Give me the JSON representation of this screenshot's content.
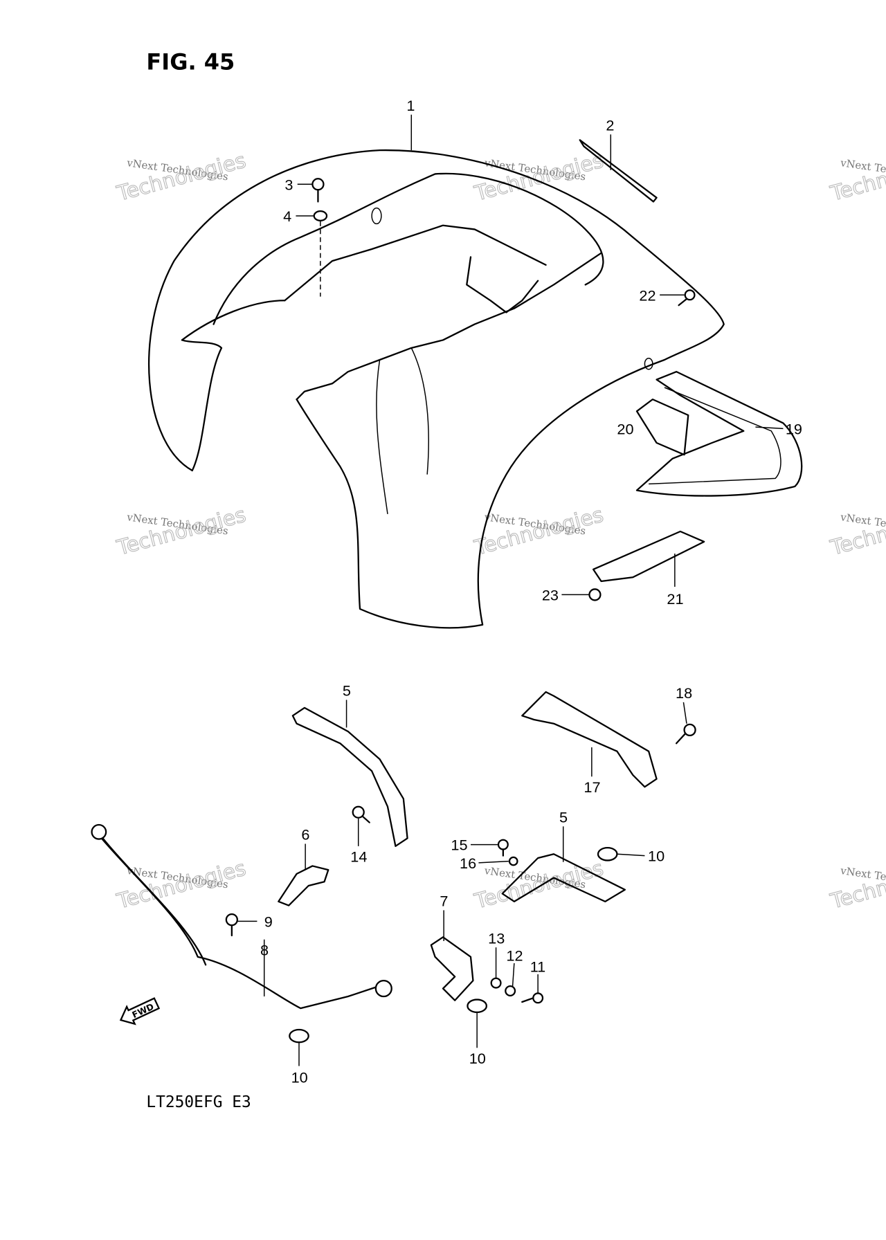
{
  "figure_title": "FIG. 45",
  "model_code": "LT250EFG  E3",
  "fwd_label": "FWD",
  "watermark": {
    "line1": "vNext Technologies",
    "line2": "Technologies",
    "overlay": "vNext"
  },
  "callouts": [
    "1",
    "2",
    "3",
    "4",
    "22",
    "19",
    "20",
    "23",
    "21",
    "5",
    "18",
    "17",
    "6",
    "14",
    "15",
    "16",
    "5",
    "10",
    "9",
    "7",
    "13",
    "12",
    "11",
    "8",
    "10",
    "10"
  ]
}
